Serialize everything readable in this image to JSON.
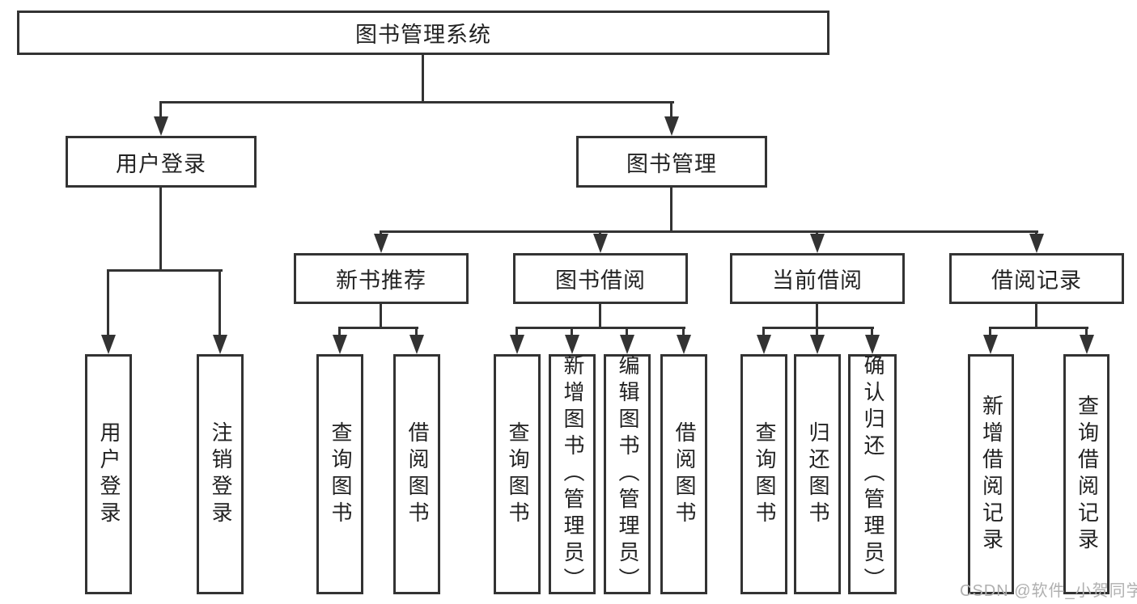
{
  "diagram": {
    "title": "图书管理系统",
    "type": "hierarchy-tree",
    "colors": {
      "line": "#333333",
      "text": "#222222",
      "box_bg": "#ffffff",
      "watermark": "#b0b0b0"
    },
    "nodes": {
      "root": {
        "label": "图书管理系统"
      },
      "level2": {
        "user_login": {
          "label": "用户登录"
        },
        "book_management": {
          "label": "图书管理"
        }
      },
      "level3": {
        "new_book_recommend": {
          "label": "新书推荐"
        },
        "book_borrowing": {
          "label": "图书借阅"
        },
        "current_borrowing": {
          "label": "当前借阅"
        },
        "borrowing_records": {
          "label": "借阅记录"
        }
      },
      "leaves": {
        "user_login": {
          "label": "用户登录"
        },
        "logout": {
          "label": "注销登录"
        },
        "recommend_query_books": {
          "label": "查询图书"
        },
        "recommend_borrow_books": {
          "label": "借阅图书"
        },
        "borrowing_query_books": {
          "label": "查询图书"
        },
        "add_books_admin": {
          "label": "新增图书（管理员）"
        },
        "edit_books_admin": {
          "label": "编辑图书（管理员）"
        },
        "borrowing_borrow_books": {
          "label": "借阅图书"
        },
        "current_query_books": {
          "label": "查询图书"
        },
        "return_books": {
          "label": "归还图书"
        },
        "confirm_return_admin": {
          "label": "确认归还（管理员）"
        },
        "add_borrow_record": {
          "label": "新增借阅记录"
        },
        "query_borrow_record": {
          "label": "查询借阅记录"
        }
      }
    },
    "edges": [
      "图书管理系统 → 用户登录",
      "图书管理系统 → 图书管理",
      "用户登录 → 用户登录",
      "用户登录 → 注销登录",
      "图书管理 → 新书推荐",
      "图书管理 → 图书借阅",
      "图书管理 → 当前借阅",
      "图书管理 → 借阅记录",
      "新书推荐 → 查询图书",
      "新书推荐 → 借阅图书",
      "图书借阅 → 查询图书",
      "图书借阅 → 新增图书（管理员）",
      "图书借阅 → 编辑图书（管理员）",
      "图书借阅 → 借阅图书",
      "当前借阅 → 查询图书",
      "当前借阅 → 归还图书",
      "当前借阅 → 确认归还（管理员）",
      "借阅记录 → 新增借阅记录",
      "借阅记录 → 查询借阅记录"
    ],
    "watermark": "CSDN @软件_小贺同学"
  }
}
